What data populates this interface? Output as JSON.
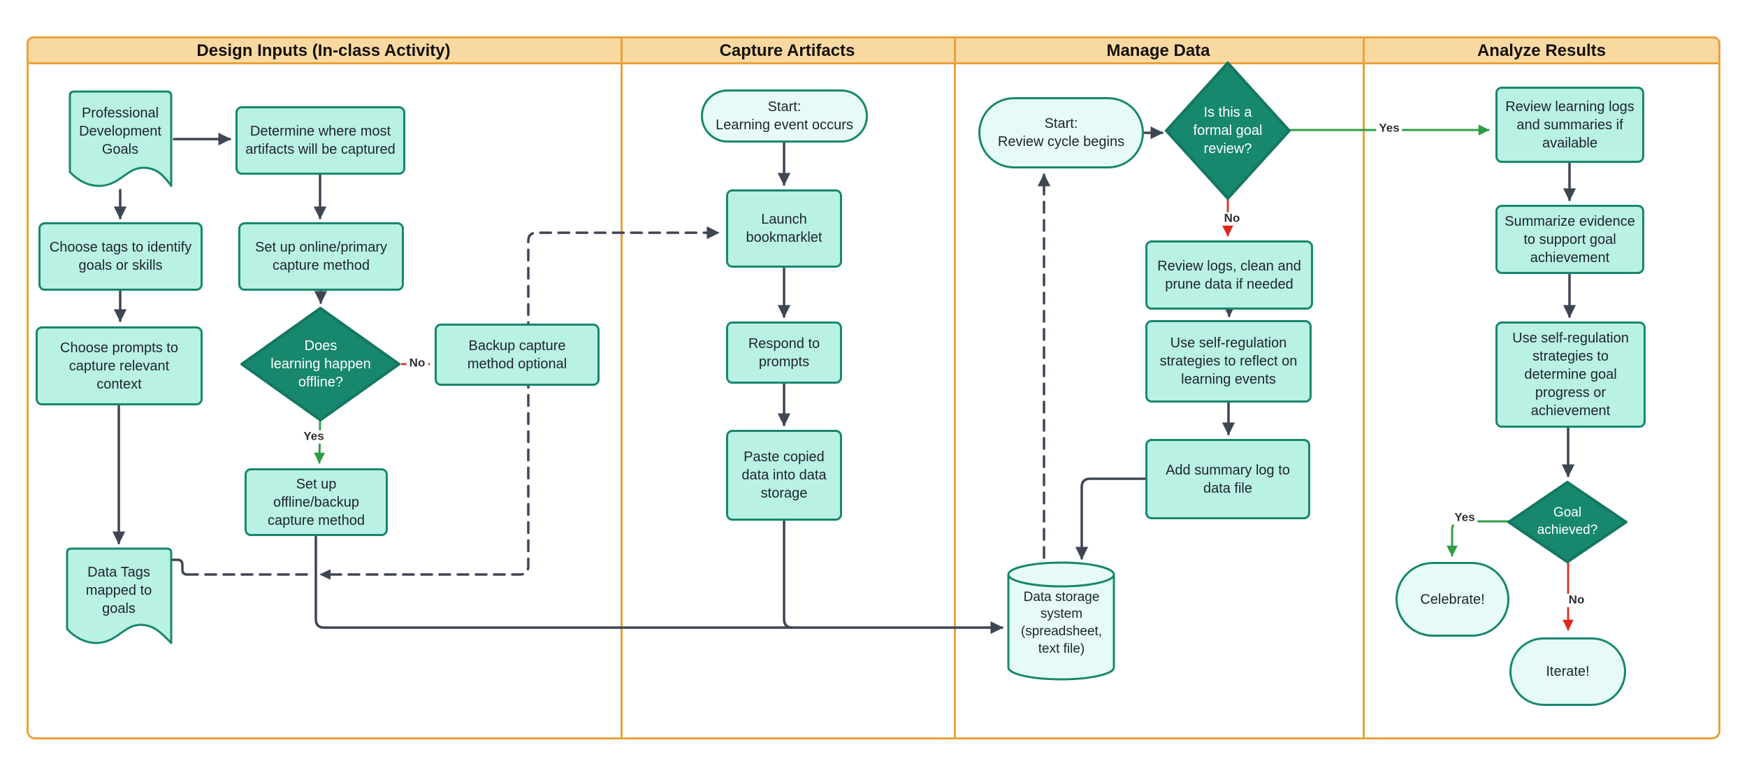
{
  "lanes": [
    {
      "title": "Design Inputs (In-class Activity)"
    },
    {
      "title": "Capture Artifacts"
    },
    {
      "title": "Manage Data"
    },
    {
      "title": "Analyze Results"
    }
  ],
  "nodes": {
    "pd_goals": {
      "label": "Professional\nDevelopment\nGoals",
      "type": "document"
    },
    "determine_where": {
      "label": "Determine where most\nartifacts will be captured",
      "type": "process"
    },
    "choose_tags": {
      "label": "Choose tags to identify\ngoals or skills",
      "type": "process"
    },
    "setup_online": {
      "label": "Set up online/primary\ncapture method",
      "type": "process"
    },
    "choose_prompts": {
      "label": "Choose prompts to\ncapture relevant\ncontext",
      "type": "process"
    },
    "offline_decision": {
      "label": "Does\nlearning happen\noffline?",
      "type": "decision"
    },
    "backup_optional": {
      "label": "Backup capture\nmethod optional",
      "type": "process"
    },
    "setup_offline": {
      "label": "Set up\noffline/backup\ncapture method",
      "type": "process"
    },
    "data_tags": {
      "label": "Data Tags\nmapped to\ngoals",
      "type": "document"
    },
    "start_learning": {
      "label": "Start:\nLearning event occurs",
      "type": "terminal"
    },
    "launch_bookmarklet": {
      "label": "Launch\nbookmarklet",
      "type": "process"
    },
    "respond_prompts": {
      "label": "Respond to\nprompts",
      "type": "process"
    },
    "paste_data": {
      "label": "Paste copied\ndata into data\nstorage",
      "type": "process"
    },
    "start_review": {
      "label": "Start:\nReview cycle begins",
      "type": "terminal"
    },
    "formal_review_decision": {
      "label": "Is this a\nformal goal\nreview?",
      "type": "decision"
    },
    "review_logs": {
      "label": "Review logs, clean and\nprune data if needed",
      "type": "process"
    },
    "reflect_strategies": {
      "label": "Use self-regulation\nstrategies to reflect on\nlearning events",
      "type": "process"
    },
    "add_summary": {
      "label": "Add summary log to\ndata file",
      "type": "process"
    },
    "data_storage": {
      "label": "Data storage\nsystem\n(spreadsheet,\ntext file)",
      "type": "datastore"
    },
    "review_learning_logs": {
      "label": "Review learning logs\nand summaries if\navailable",
      "type": "process"
    },
    "summarize_evidence": {
      "label": "Summarize evidence\nto support goal\nachievement",
      "type": "process"
    },
    "determine_progress": {
      "label": "Use self-regulation\nstrategies to\ndetermine goal\nprogress or\nachievement",
      "type": "process"
    },
    "goal_achieved_decision": {
      "label": "Goal\nachieved?",
      "type": "decision"
    },
    "celebrate": {
      "label": "Celebrate!",
      "type": "terminal"
    },
    "iterate": {
      "label": "Iterate!",
      "type": "terminal"
    }
  },
  "edge_labels": {
    "offline_no": "No",
    "offline_yes": "Yes",
    "formal_yes": "Yes",
    "formal_no": "No",
    "goal_yes": "Yes",
    "goal_no": "No"
  },
  "colors": {
    "lane_header_fill": "#F8D9A1",
    "lane_border": "#E8A23B",
    "process_fill": "#B9F1E4",
    "terminal_fill": "#E6FBF7",
    "shape_border": "#17876D",
    "decision_fill": "#17876D",
    "decision_text": "#FFFFFF",
    "connector": "#3E4553",
    "yes_green": "#2F9E44",
    "no_red": "#DE2A1E",
    "text": "#1F242E"
  }
}
